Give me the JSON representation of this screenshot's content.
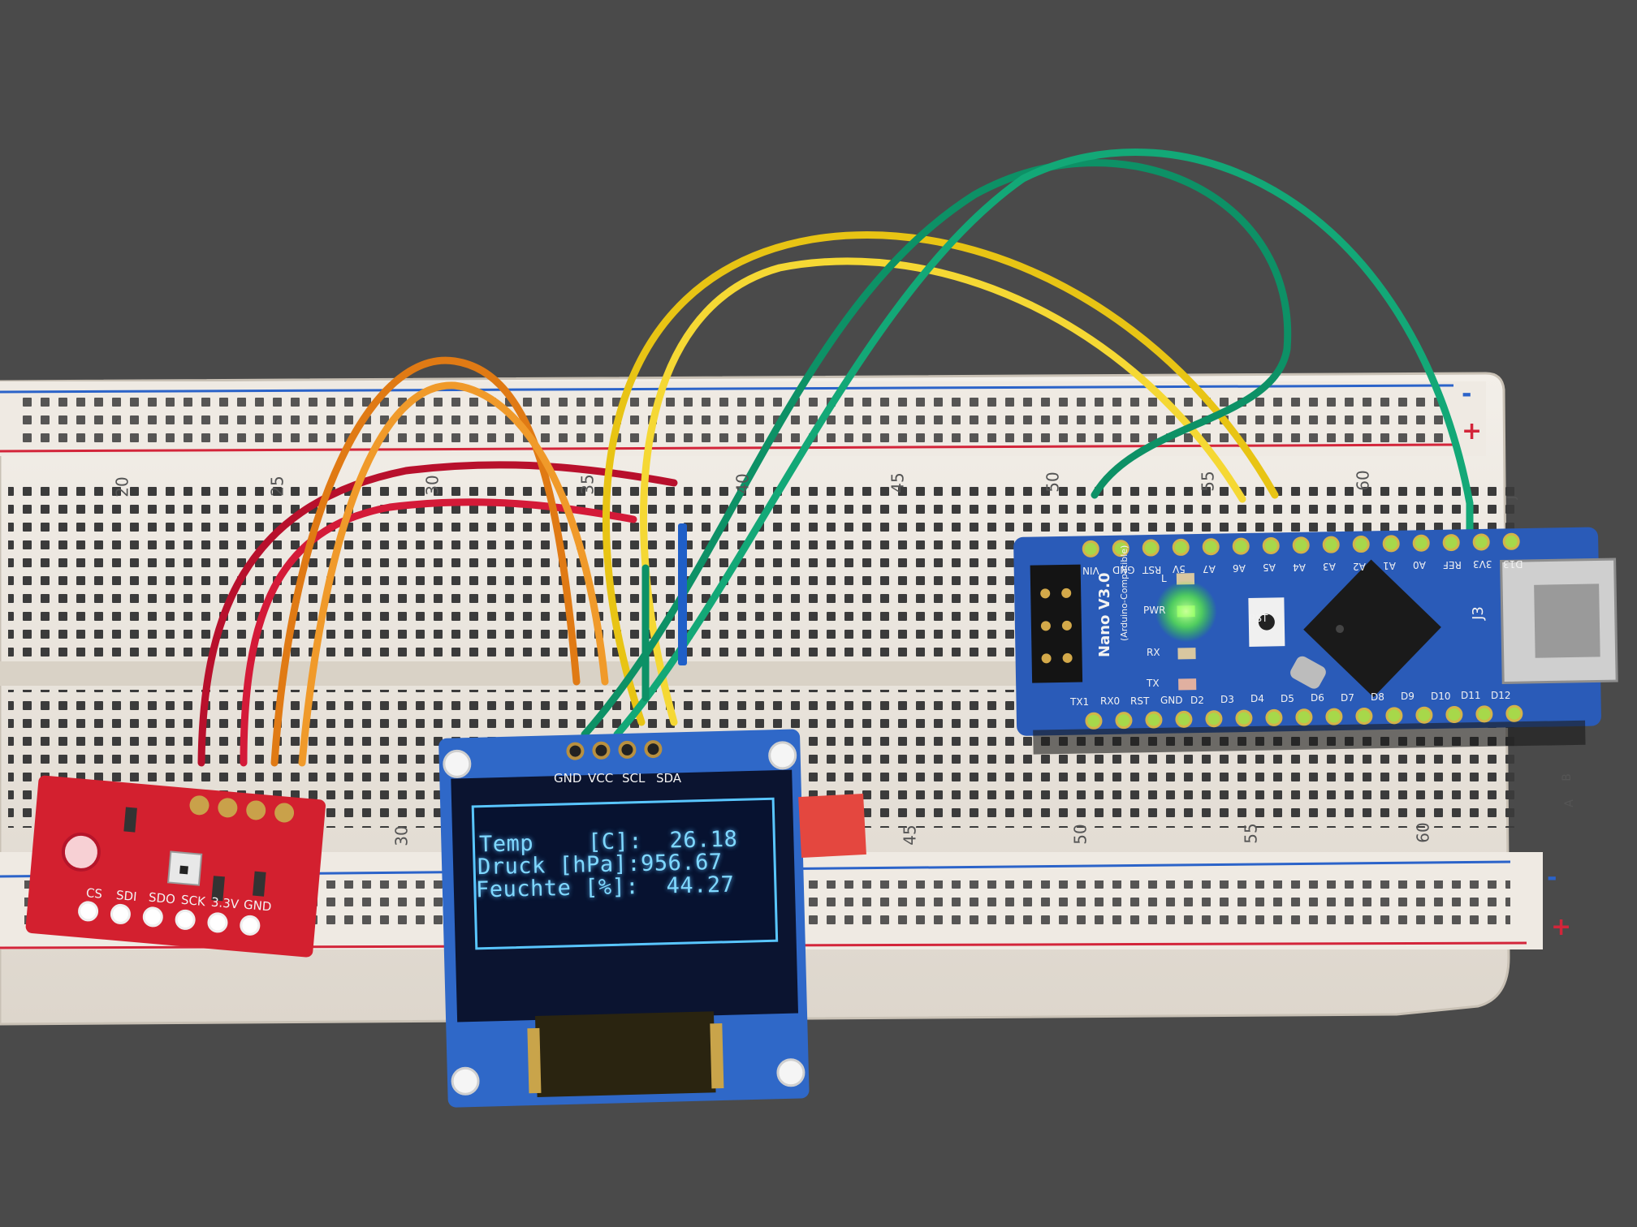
{
  "colors": {
    "background": "#4a4a4a",
    "breadboard": "#ece7e0",
    "rail_blue": "#2b63c9",
    "rail_red": "#d3253a",
    "sensor_pcb": "#d3202f",
    "oled_pcb": "#2f68c8",
    "oled_text": "#7fd8ff",
    "nano_pcb": "#2a5bb8",
    "wire_red": "#c8102e",
    "wire_orange": "#e88a1c",
    "wire_yellow": "#f0cf1e",
    "wire_green": "#0f9b6e",
    "wire_blue": "#1f5fc8"
  },
  "oled": {
    "lines": [
      "Temp    [C]:  26.18",
      "Druck [hPa]:956.67",
      "Feuchte [%]:  44.27"
    ],
    "pin_labels": [
      "GND",
      "VCC",
      "SCL",
      "SDA"
    ]
  },
  "sensor": {
    "pin_labels": [
      "CS",
      "SDI",
      "SDO",
      "SCK",
      "3.3V",
      "GND"
    ]
  },
  "nano": {
    "name": "Nano V3.0",
    "subtitle": "(Arduino-Compatible)",
    "top_pins": [
      "D13",
      "3V3",
      "REF",
      "A0",
      "A1",
      "A2",
      "A3",
      "A4",
      "A5",
      "A6",
      "A7",
      "5V",
      "RST",
      "GND",
      "VIN"
    ],
    "bottom_pins": [
      "D12",
      "D11",
      "D10",
      "D9",
      "D8",
      "D7",
      "D6",
      "D5",
      "D4",
      "D3",
      "D2",
      "GND",
      "RST",
      "RX0",
      "TX1"
    ],
    "led_labels": [
      "L",
      "PWR",
      "RX",
      "TX"
    ],
    "reset_label": "RST",
    "connector_label": "J3"
  },
  "breadboard": {
    "top_numbers": [
      "20",
      "25",
      "30",
      "35",
      "40",
      "45",
      "50",
      "55",
      "60"
    ],
    "bottom_numbers": [
      "30",
      "45",
      "50",
      "55",
      "60"
    ],
    "row_letters_right": [
      "J",
      "A",
      "B"
    ],
    "rail_signs": [
      "-",
      "+",
      "-",
      "+"
    ]
  }
}
